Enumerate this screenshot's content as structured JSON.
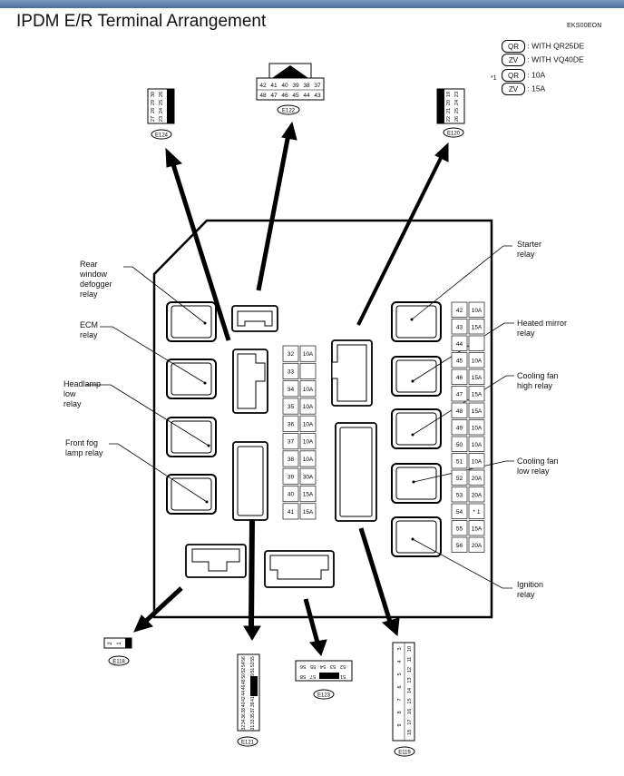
{
  "title": "IPDM E/R Terminal Arrangement",
  "code": "EKS00EON",
  "legend": [
    {
      "tag": "QR",
      "text": ": WITH QR25DE"
    },
    {
      "tag": "ZV",
      "text": ": WITH VQ40DE"
    },
    {
      "star": "*1",
      "tag": "QR",
      "text": ": 10A"
    },
    {
      "tag": "ZV",
      "text": ": 15A"
    }
  ],
  "relays_left": [
    {
      "name": "rear-window-defogger-relay",
      "lines": [
        "Rear",
        "window",
        "defogger",
        "relay"
      ]
    },
    {
      "name": "ecm-relay",
      "lines": [
        "ECM",
        "relay"
      ]
    },
    {
      "name": "headlamp-low-relay",
      "lines": [
        "Headlamp",
        "low",
        "relay"
      ]
    },
    {
      "name": "front-fog-lamp-relay",
      "lines": [
        "Front fog",
        "lamp relay"
      ]
    }
  ],
  "relays_right": [
    {
      "name": "starter-relay",
      "lines": [
        "Starter",
        "relay"
      ]
    },
    {
      "name": "heated-mirror-relay",
      "lines": [
        "Heated mirror",
        "relay"
      ]
    },
    {
      "name": "cooling-fan-high-relay",
      "lines": [
        "Cooling fan",
        "high relay"
      ]
    },
    {
      "name": "cooling-fan-low-relay",
      "lines": [
        "Cooling fan",
        "low relay"
      ]
    },
    {
      "name": "ignition-relay",
      "lines": [
        "Ignition",
        "relay"
      ]
    }
  ],
  "fuses_middle": [
    {
      "n": "32",
      "a": "10A"
    },
    {
      "n": "33",
      "a": ""
    },
    {
      "n": "34",
      "a": "10A"
    },
    {
      "n": "35",
      "a": "10A"
    },
    {
      "n": "36",
      "a": "10A"
    },
    {
      "n": "37",
      "a": "10A"
    },
    {
      "n": "38",
      "a": "10A"
    },
    {
      "n": "39",
      "a": "30A"
    },
    {
      "n": "40",
      "a": "15A"
    },
    {
      "n": "41",
      "a": "15A"
    }
  ],
  "fuses_right": [
    {
      "n": "42",
      "a": "10A"
    },
    {
      "n": "43",
      "a": "15A"
    },
    {
      "n": "44",
      "a": ""
    },
    {
      "n": "45",
      "a": "10A"
    },
    {
      "n": "46",
      "a": "15A"
    },
    {
      "n": "47",
      "a": "15A"
    },
    {
      "n": "48",
      "a": "15A"
    },
    {
      "n": "49",
      "a": "10A"
    },
    {
      "n": "50",
      "a": "10A"
    },
    {
      "n": "51",
      "a": "10A"
    },
    {
      "n": "52",
      "a": "20A"
    },
    {
      "n": "53",
      "a": "20A"
    },
    {
      "n": "54",
      "a": "* 1"
    },
    {
      "n": "55",
      "a": "15A"
    },
    {
      "n": "56",
      "a": "20A"
    }
  ],
  "connectors": {
    "e124": {
      "id": "E124",
      "pins": [
        "30",
        "29",
        "28",
        "27",
        "26",
        "25",
        "24",
        "23"
      ]
    },
    "e122": {
      "id": "E122",
      "top": [
        "42",
        "41",
        "40",
        "39",
        "38",
        "37"
      ],
      "bottom": [
        "48",
        "47",
        "46",
        "45",
        "44",
        "43"
      ]
    },
    "e120": {
      "id": "E120",
      "pins": [
        "19",
        "20",
        "21",
        "22",
        "23",
        "24",
        "25",
        "26"
      ]
    },
    "e118": {
      "id": "E118",
      "pins": [
        "2",
        "1"
      ]
    },
    "e121": {
      "id": "E121",
      "pins": [
        "56",
        "55",
        "54",
        "53",
        "52",
        "51",
        "50",
        "49",
        "48",
        "47",
        "46",
        "45",
        "44",
        "43",
        "42",
        "41",
        "40",
        "39",
        "38",
        "37",
        "36",
        "35",
        "34",
        "33",
        "32",
        "31"
      ]
    },
    "e123": {
      "id": "E123",
      "top": [
        "56",
        "55",
        "54",
        "53",
        "52"
      ],
      "bottom": [
        "58",
        "57",
        "",
        "",
        "51"
      ]
    },
    "e119": {
      "id": "E119",
      "left": [
        "3",
        "4",
        "5",
        "6",
        "7",
        "8",
        "9"
      ],
      "right": [
        "10",
        "11",
        "12",
        "13",
        "14",
        "15",
        "16",
        "17",
        "18"
      ]
    }
  }
}
